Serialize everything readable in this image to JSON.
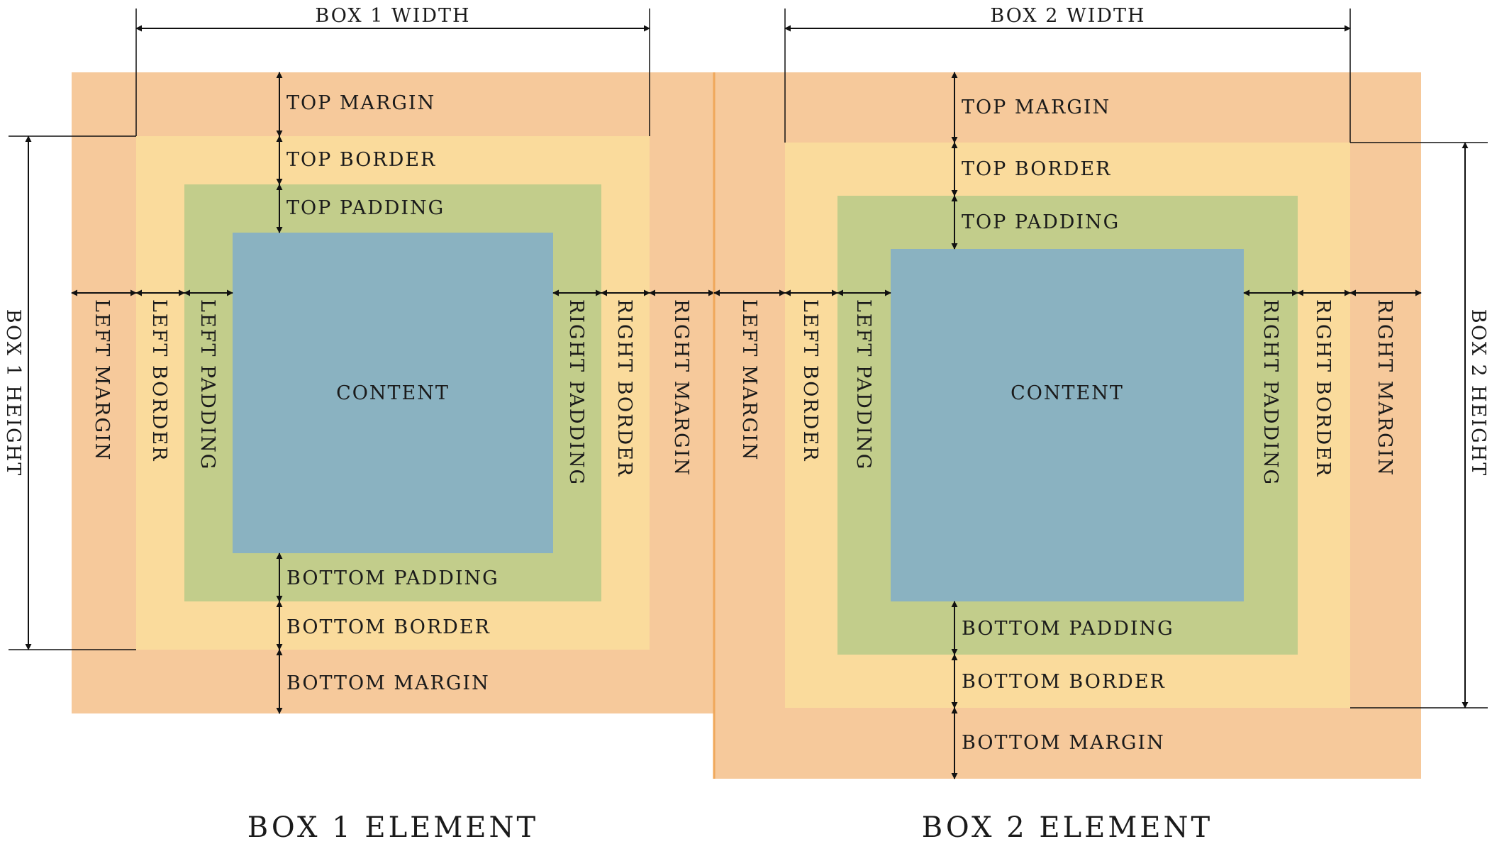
{
  "colors": {
    "margin": "#f6c99b",
    "border": "#fadb9c",
    "padding": "#c2cd8b",
    "content": "#8ab2c1",
    "line": "#111111",
    "separator": "#f0a85a"
  },
  "box1": {
    "width_label": "BOX 1 WIDTH",
    "height_label": "BOX 1 HEIGHT",
    "content_label": "CONTENT",
    "top_margin": "TOP MARGIN",
    "top_border": "TOP BORDER",
    "top_padding": "TOP PADDING",
    "bottom_padding": "BOTTOM PADDING",
    "bottom_border": "BOTTOM BORDER",
    "bottom_margin": "BOTTOM MARGIN",
    "left_margin": "LEFT MARGIN",
    "left_border": "LEFT BORDER",
    "left_padding": "LEFT PADDING",
    "right_padding": "RIGHT PADDING",
    "right_border": "RIGHT BORDER",
    "right_margin": "RIGHT MARGIN",
    "caption": "BOX 1 ELEMENT"
  },
  "box2": {
    "width_label": "BOX 2 WIDTH",
    "height_label": "BOX 2 HEIGHT",
    "content_label": "CONTENT",
    "top_margin": "TOP MARGIN",
    "top_border": "TOP BORDER",
    "top_padding": "TOP PADDING",
    "bottom_padding": "BOTTOM PADDING",
    "bottom_border": "BOTTOM BORDER",
    "bottom_margin": "BOTTOM MARGIN",
    "left_margin": "LEFT MARGIN",
    "left_border": "LEFT BORDER",
    "left_padding": "LEFT PADDING",
    "right_padding": "RIGHT PADDING",
    "right_border": "RIGHT BORDER",
    "right_margin": "RIGHT MARGIN",
    "caption": "BOX 2 ELEMENT"
  }
}
